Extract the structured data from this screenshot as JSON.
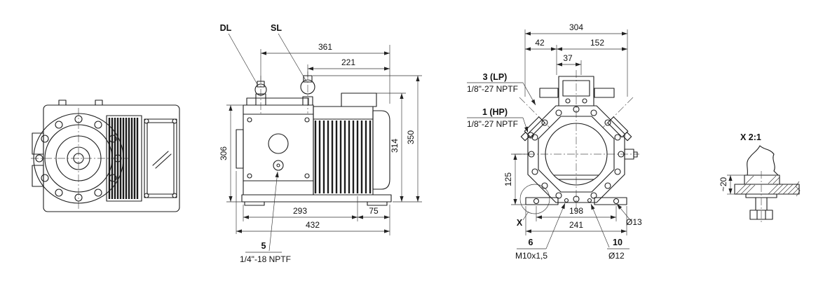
{
  "side_view": {
    "label_dl": "DL",
    "label_sl": "SL",
    "dim_361": "361",
    "dim_221": "221",
    "dim_306": "306",
    "dim_314": "314",
    "dim_350": "350",
    "dim_293": "293",
    "dim_75": "75",
    "dim_432": "432",
    "port_5": "5",
    "port_5_thread": "1/4\"-18 NPTF"
  },
  "front_view": {
    "dim_304": "304",
    "dim_42": "42",
    "dim_152": "152",
    "dim_37": "37",
    "dim_125": "125",
    "dim_198": "198",
    "dim_241": "241",
    "port_3": "3 (LP)",
    "port_3_thread": "1/8\"-27 NPTF",
    "port_1": "1 (HP)",
    "port_1_thread": "1/8\"-27 NPTF",
    "port_6": "6",
    "port_6_thread": "M10x1,5",
    "port_10": "10",
    "port_10_dia": "Ø12",
    "foot_hole_dia": "Ø13",
    "detail_marker": "X"
  },
  "detail_x": {
    "title": "X 2:1",
    "dim_20": "~20"
  }
}
